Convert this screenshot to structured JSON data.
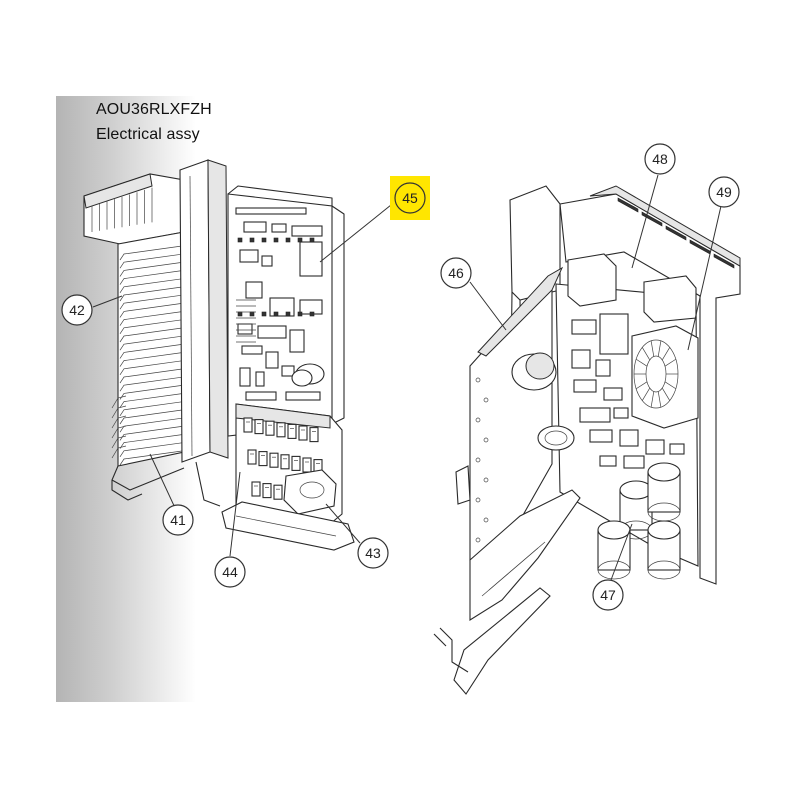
{
  "header": {
    "model": "AOU36RLXFZH",
    "subtitle": "Electrical assy"
  },
  "highlight_color": "#ffe600",
  "callouts": [
    {
      "id": "41",
      "label": "41",
      "highlighted": false
    },
    {
      "id": "42",
      "label": "42",
      "highlighted": false
    },
    {
      "id": "43",
      "label": "43",
      "highlighted": false
    },
    {
      "id": "44",
      "label": "44",
      "highlighted": false
    },
    {
      "id": "45",
      "label": "45",
      "highlighted": true
    },
    {
      "id": "46",
      "label": "46",
      "highlighted": false
    },
    {
      "id": "47",
      "label": "47",
      "highlighted": false
    },
    {
      "id": "48",
      "label": "48",
      "highlighted": false
    },
    {
      "id": "49",
      "label": "49",
      "highlighted": false
    }
  ]
}
